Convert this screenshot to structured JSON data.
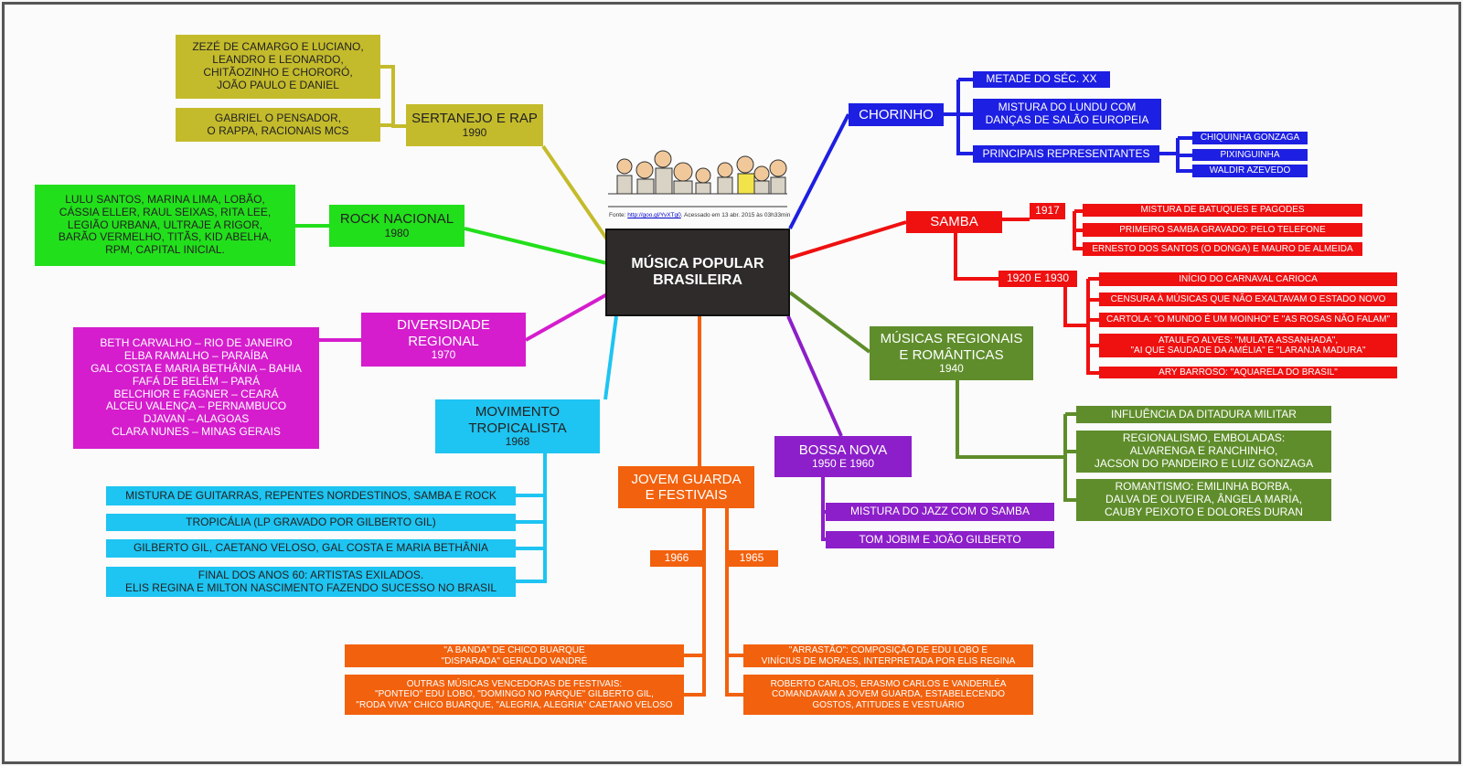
{
  "center": {
    "title": "MÚSICA POPULAR\nBRASILEIRA"
  },
  "image": {
    "caption_prefix": "Fonte:",
    "caption_link": "http://goo.gl/YvXTg0",
    "caption_suffix": ". Acessado em 13 abr. 2015 às 03h33min"
  },
  "colors": {
    "sertanejo": "#c4bb2c",
    "rock": "#22df1b",
    "diversidade": "#d51dcd",
    "tropicalista": "#1ec4f2",
    "jovem_guarda": "#f2610d",
    "bossa_nova": "#8c1fc9",
    "regionais": "#5f8d2b",
    "samba": "#ef1010",
    "chorinho": "#1d1fe2"
  },
  "sertanejo": {
    "title": "SERTANEJO E RAP",
    "year": "1990",
    "items": [
      "ZEZÉ DE CAMARGO E LUCIANO,\nLEANDRO E LEONARDO,\nCHITÃOZINHO E CHORORÓ,\nJOÃO PAULO E DANIEL",
      "GABRIEL O PENSADOR,\nO RAPPA, RACIONAIS MCS"
    ]
  },
  "rock": {
    "title": "ROCK NACIONAL",
    "year": "1980",
    "items": [
      "LULU SANTOS, MARINA LIMA, LOBÃO,\nCÁSSIA ELLER, RAUL SEIXAS, RITA LEE,\nLEGIÃO URBANA, ULTRAJE A RIGOR,\nBARÃO VERMELHO, TITÃS, KID ABELHA,\nRPM, CAPITAL INICIAL."
    ]
  },
  "diversidade": {
    "title": "DIVERSIDADE\nREGIONAL",
    "year": "1970",
    "items": [
      "BETH CARVALHO – RIO DE JANEIRO\nELBA RAMALHO – PARAÍBA\nGAL COSTA E MARIA BETHÂNIA – BAHIA\nFAFÁ DE BELÉM – PARÁ\nBELCHIOR E FAGNER – CEARÁ\nALCEU VALENÇA – PERNAMBUCO\nDJAVAN – ALAGOAS\nCLARA NUNES – MINAS GERAIS"
    ]
  },
  "tropicalista": {
    "title": "MOVIMENTO\nTROPICALISTA",
    "year": "1968",
    "items": [
      "MISTURA DE GUITARRAS, REPENTES NORDESTINOS, SAMBA E ROCK",
      "TROPICÁLIA (LP GRAVADO POR GILBERTO GIL)",
      "GILBERTO GIL, CAETANO VELOSO, GAL COSTA E MARIA BETHÂNIA",
      "FINAL DOS ANOS 60: ARTISTAS EXILADOS.\nELIS REGINA E MILTON NASCIMENTO FAZENDO SUCESSO NO BRASIL"
    ]
  },
  "jovem_guarda": {
    "title": "JOVEM GUARDA\nE FESTIVAIS",
    "year_a": "1966",
    "year_b": "1965",
    "items_a": [
      "\"A BANDA\" DE CHICO BUARQUE\n\"DISPARADA\" GERALDO VANDRÉ",
      "OUTRAS MÚSICAS VENCEDORAS DE FESTIVAIS:\n\"PONTEIO\" EDU LOBO, \"DOMINGO NO PARQUE\" GILBERTO GIL,\n\"RODA VIVA\" CHICO BUARQUE, \"ALEGRIA, ALEGRIA\" CAETANO VELOSO"
    ],
    "items_b": [
      "\"ARRASTÃO\": COMPOSIÇÃO DE EDU LOBO E\nVINÍCIUS DE MORAES, INTERPRETADA POR ELIS REGINA",
      "ROBERTO CARLOS, ERASMO CARLOS E VANDERLÉA\nCOMANDAVAM A JOVEM GUARDA, ESTABELECENDO\nGOSTOS, ATITUDES E VESTUÁRIO"
    ]
  },
  "bossa_nova": {
    "title": "BOSSA NOVA",
    "year": "1950 E 1960",
    "items": [
      "MISTURA DO JAZZ COM O SAMBA",
      "TOM JOBIM E JOÃO GILBERTO"
    ]
  },
  "regionais": {
    "title": "MÚSICAS REGIONAIS\nE ROMÂNTICAS",
    "year": "1940",
    "items": [
      "INFLUÊNCIA DA DITADURA MILITAR",
      "REGIONALISMO, EMBOLADAS:\nALVARENGA E RANCHINHO,\nJACSON DO PANDEIRO E LUIZ GONZAGA",
      "ROMANTISMO: EMILINHA BORBA,\nDALVA DE OLIVEIRA, ÂNGELA MARIA,\nCAUBY PEIXOTO E DOLORES DURAN"
    ]
  },
  "samba": {
    "title": "SAMBA",
    "year_a": "1917",
    "year_b": "1920 E 1930",
    "items_a": [
      "MISTURA DE BATUQUES E PAGODES",
      "PRIMEIRO SAMBA GRAVADO: PELO TELEFONE",
      "ERNESTO DOS SANTOS (O DONGA) E MAURO DE ALMEIDA"
    ],
    "items_b": [
      "INÍCIO DO CARNAVAL CARIOCA",
      "CENSURA À MÚSICAS QUE NÃO EXALTAVAM O ESTADO NOVO",
      "CARTOLA: \"O MUNDO É UM MOINHO\" E \"AS ROSAS NÃO FALAM\"",
      "ATAULFO ALVES: \"MULATA ASSANHADA\",\n\"AI QUE SAUDADE DA AMÉLIA\" E \"LARANJA MADURA\"",
      "ARY BARROSO: \"AQUARELA DO BRASIL\""
    ]
  },
  "chorinho": {
    "title": "CHORINHO",
    "items": [
      "METADE DO SÉC. XX",
      "MISTURA DO LUNDU COM\nDANÇAS DE SALÃO EUROPEIA",
      "PRINCIPAIS REPRESENTANTES"
    ],
    "representantes": [
      "CHIQUINHA GONZAGA",
      "PIXINGUINHA",
      "WALDIR AZEVEDO"
    ]
  }
}
